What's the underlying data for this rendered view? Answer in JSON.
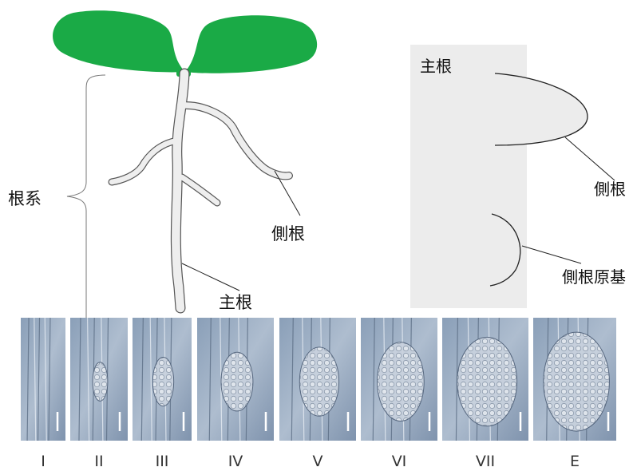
{
  "plant_diagram": {
    "root_system_label": "根系",
    "lateral_root_label": "側根",
    "main_root_label": "主根",
    "colors": {
      "cotyledon": "#1aaa46",
      "root_fill": "#eeeeee",
      "root_stroke": "#555555"
    }
  },
  "section_diagram": {
    "main_root_label": "主根",
    "lateral_root_label": "側根",
    "primordium_label": "側根原基",
    "colors": {
      "panel_fill": "#ececec"
    }
  },
  "micrograph_panels": [
    {
      "stage": "I"
    },
    {
      "stage": "II"
    },
    {
      "stage": "III"
    },
    {
      "stage": "IV"
    },
    {
      "stage": "V"
    },
    {
      "stage": "VI"
    },
    {
      "stage": "VII"
    },
    {
      "stage": "E"
    }
  ]
}
